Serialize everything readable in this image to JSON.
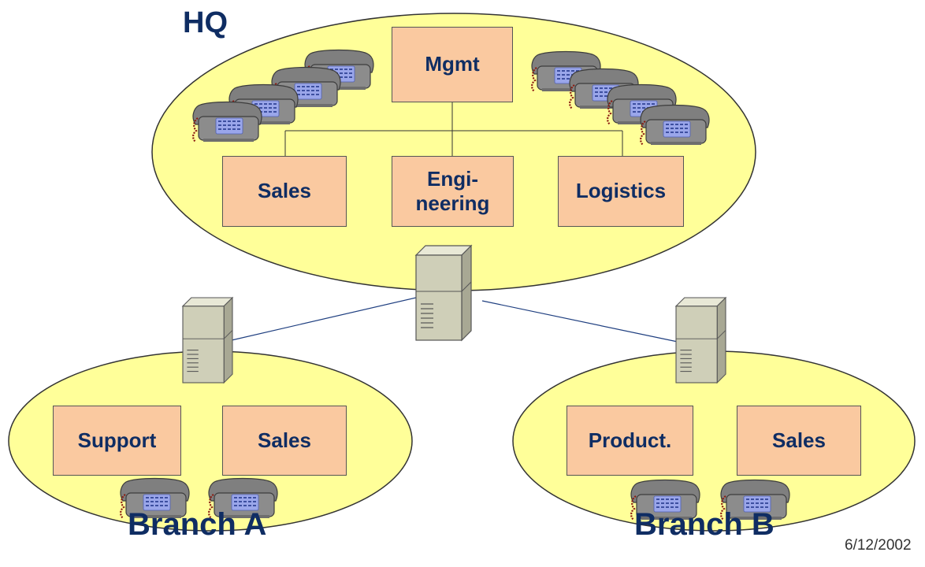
{
  "hq": {
    "title": "HQ",
    "departments": [
      "Mgmt",
      "Sales",
      "Engi-\nneering",
      "Logistics"
    ]
  },
  "branch_a": {
    "title": "Branch A",
    "departments": [
      "Support",
      "Sales"
    ]
  },
  "branch_b": {
    "title": "Branch B",
    "departments": [
      "Product.",
      "Sales"
    ]
  },
  "footer": {
    "date": "6/12/2002"
  },
  "colors": {
    "site_fill": "#ffff99",
    "department_fill": "#fac9a0",
    "text": "#0f2d63",
    "link_line": "#1f3f80"
  },
  "icons": {
    "server": "server-tower-icon",
    "phone": "desk-telephone-icon"
  }
}
